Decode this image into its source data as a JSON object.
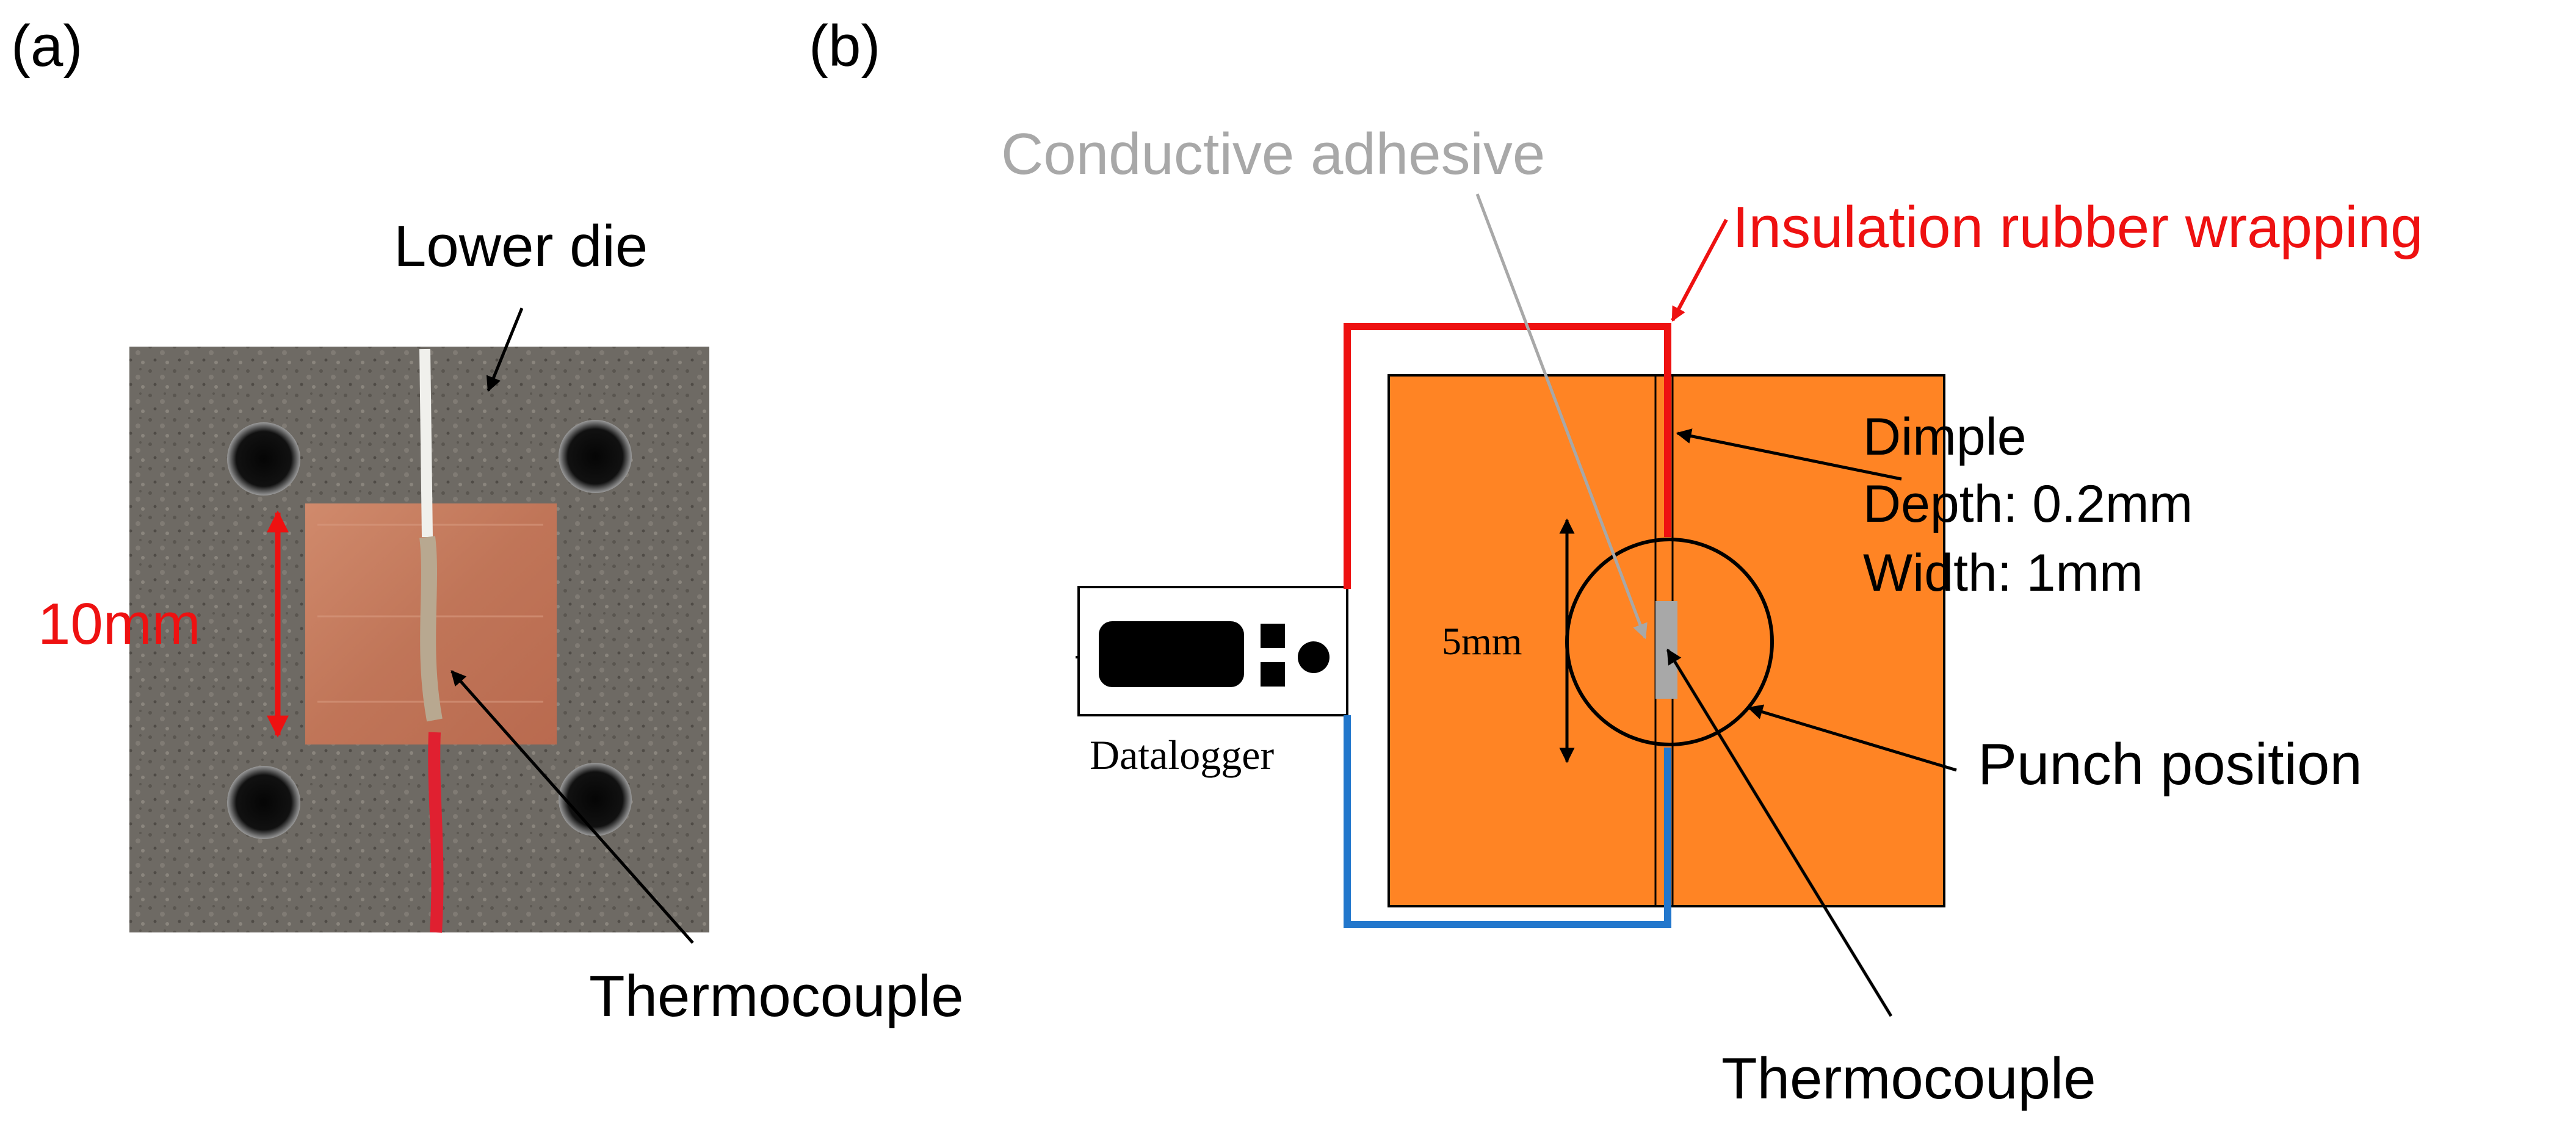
{
  "panel_a": {
    "label": "(a)",
    "lower_die_label": "Lower die",
    "dimension_label": "10mm",
    "thermocouple_label": "Thermocouple"
  },
  "panel_b": {
    "label": "(b)",
    "adhesive_label": "Conductive adhesive",
    "insulation_label": "Insulation rubber wrapping",
    "dimple_title": "Dimple",
    "dimple_depth": "Depth: 0.2mm",
    "dimple_width": "Width: 1mm",
    "diameter_label": "5mm",
    "datalogger_label": "Datalogger",
    "punch_label": "Punch position",
    "thermocouple_label": "Thermocouple"
  },
  "colors": {
    "copper_plate": "#FF8424",
    "insulation": "#EE1111",
    "blue_wire": "#2277CC",
    "adhesive": "#A8A8A8",
    "text_red": "#EE1111",
    "text_gray": "#A8A8A8",
    "die_gray": "#6E6A64",
    "copper_photo": "#C8785A"
  }
}
